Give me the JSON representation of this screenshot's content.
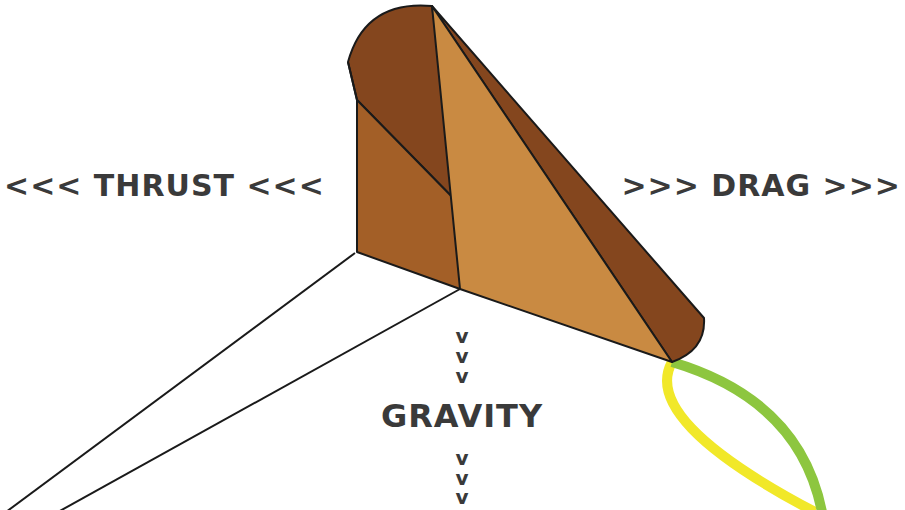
{
  "diagram": {
    "labels": [
      "<<< THRUST <<<",
      ">>> DRAG >>>",
      "v",
      "v",
      "v",
      "GRAVITY",
      "v",
      "v",
      "v"
    ]
  }
}
